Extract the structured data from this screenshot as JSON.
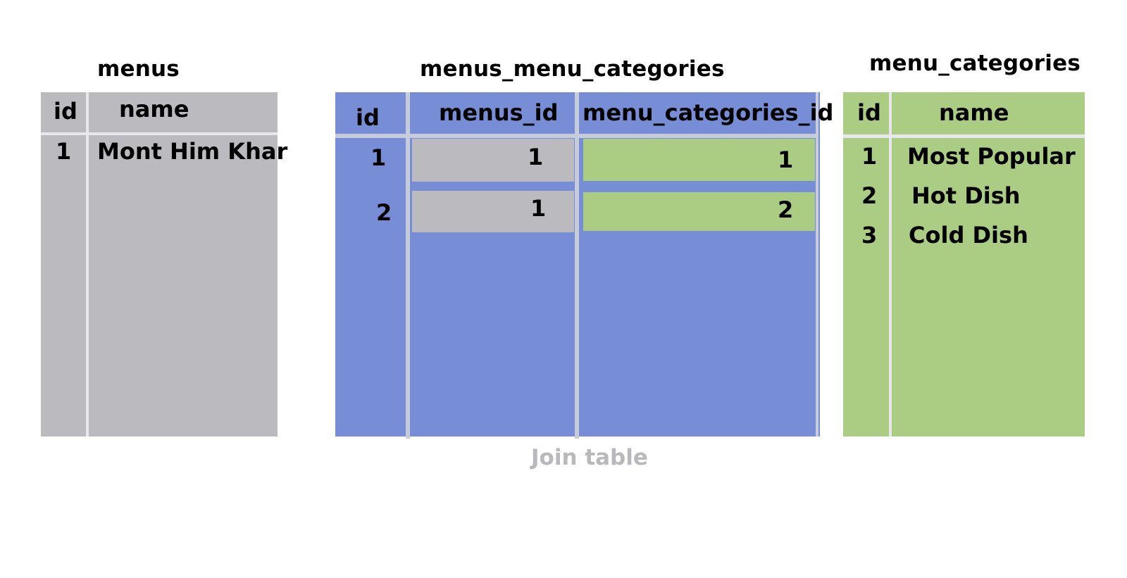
{
  "colors": {
    "menus_table": "#bbbbbf",
    "join_table": "#778dd6",
    "categories_table": "#aacc83",
    "separator": "#e8e8ec",
    "caption": "#b9b9bd"
  },
  "menus": {
    "title": "menus",
    "headers": {
      "id": "id",
      "name": "name"
    },
    "rows": [
      {
        "id": "1",
        "name": "Mont Him Khar"
      }
    ]
  },
  "join": {
    "title": "menus_menu_categories",
    "headers": {
      "id": "id",
      "menus_id": "menus_id",
      "menu_categories_id": "menu_categories_id"
    },
    "rows": [
      {
        "id": "1",
        "menus_id": "1",
        "menu_categories_id": "1"
      },
      {
        "id": "2",
        "menus_id": "1",
        "menu_categories_id": "2"
      }
    ],
    "caption": "Join table"
  },
  "categories": {
    "title": "menu_categories",
    "headers": {
      "id": "id",
      "name": "name"
    },
    "rows": [
      {
        "id": "1",
        "name": "Most Popular"
      },
      {
        "id": "2",
        "name": "Hot Dish"
      },
      {
        "id": "3",
        "name": "Cold Dish"
      }
    ]
  }
}
